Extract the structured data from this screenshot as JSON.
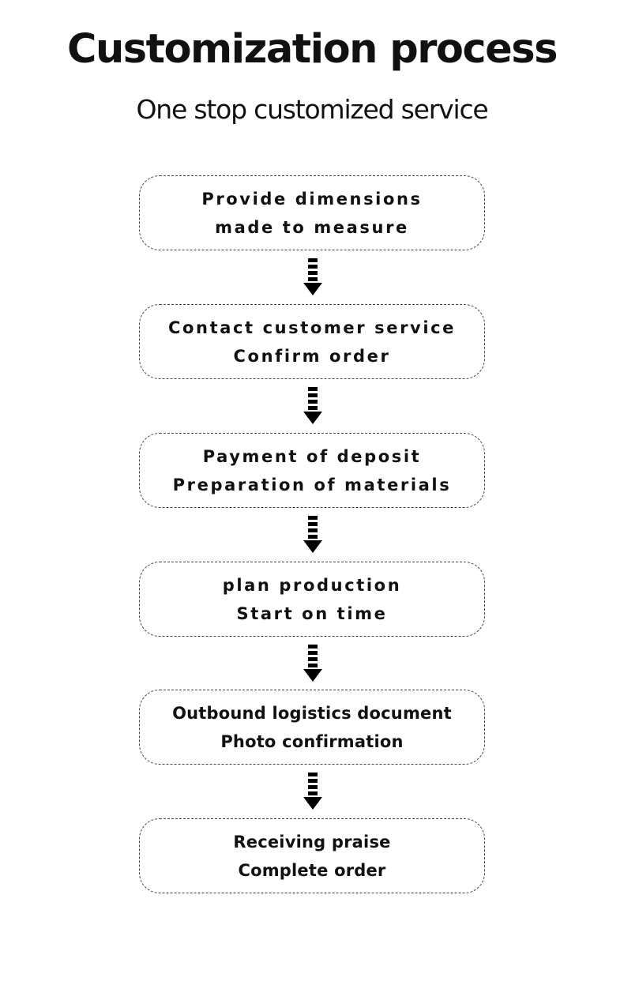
{
  "header": {
    "title": "Customization process",
    "subtitle": "One stop customized service"
  },
  "steps": [
    {
      "line1": "Provide dimensions",
      "line2": "made to measure"
    },
    {
      "line1": "Contact customer service",
      "line2": "Confirm order"
    },
    {
      "line1": "Payment of deposit",
      "line2": "Preparation of materials"
    },
    {
      "line1": "plan production",
      "line2": "Start on time"
    },
    {
      "line1": "Outbound logistics document",
      "line2": "Photo confirmation"
    },
    {
      "line1": "Receiving praise",
      "line2": "Complete order"
    }
  ],
  "colors": {
    "text": "#111111",
    "border": "#444444",
    "arrow": "#000000",
    "background": "#ffffff"
  },
  "icons": {
    "connector": "dashed-down-arrow-icon"
  }
}
